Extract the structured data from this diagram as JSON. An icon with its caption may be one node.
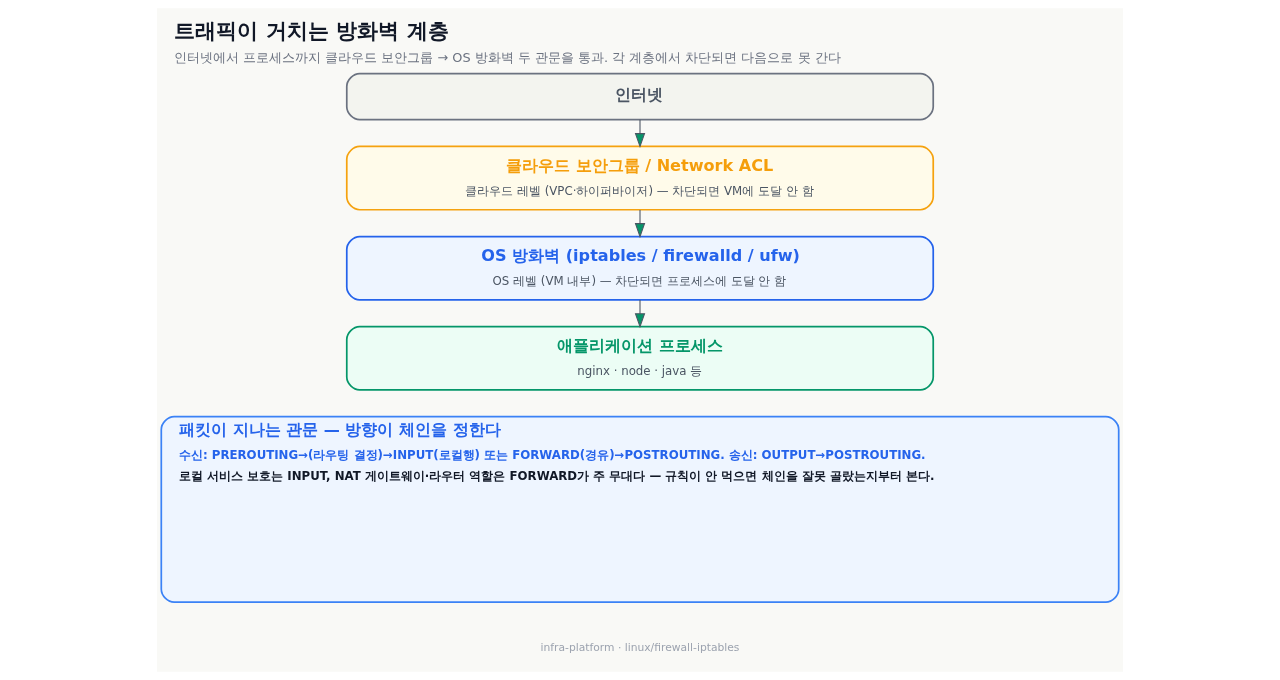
{
  "diagram": {
    "title": "트래픽이 거치는 방화벽 계층",
    "caption": "인터넷에서 프로세스까지 클라우드 보안그룹 → OS 방화벽 두 관문을 통과. 각 계층에서 차단되면 다음으로 못 간다",
    "nodes": [
      {
        "text": [
          "인터넷"
        ]
      },
      {
        "text": [
          "클라우드 보안그룹 / Network ACL",
          "클라우드 레벨 (VPC·하이퍼바이저) — 차단되면 VM에 도달 안 함"
        ]
      },
      {
        "text": [
          "OS 방화벽 (iptables / firewalld / ufw)",
          "OS 레벨 (VM 내부) — 차단되면 프로세스에 도달 안 함"
        ]
      },
      {
        "text": [
          "애플리케이션 프로세스",
          "nginx · node · java 등"
        ]
      },
      {
        "text": [
          "패킷이 지나는 관문 — 방향이 체인을 정한다",
          "수신: PREROUTING→(라우팅 결정)→INPUT(로컬행) 또는 FORWARD(경유)→POSTROUTING. 송신: OUTPUT→POSTROUTING.",
          "로컬 서비스 보호는 INPUT, NAT 게이트웨이·라우터 역할은 FORWARD가 주 무대다 — 규칙이 안 먹으면 체인을 잘못 골랐는지부터 본다."
        ]
      }
    ],
    "edges": [
      {
        "from": 0,
        "to": 1,
        "arrow": "to"
      },
      {
        "from": 1,
        "to": 2,
        "arrow": "to"
      },
      {
        "from": 2,
        "to": 3,
        "arrow": "to"
      }
    ],
    "labels": [
      "infra-platform · linux/firewall-iptables"
    ]
  }
}
